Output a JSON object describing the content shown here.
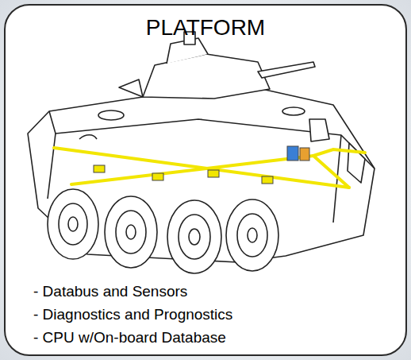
{
  "diagram": {
    "nodes": [
      {
        "text": [
          "PLATFORM",
          "- Databus and Sensors",
          "- Diagnostics and Prognostics",
          "- CPU w/On-board Database"
        ]
      }
    ]
  }
}
